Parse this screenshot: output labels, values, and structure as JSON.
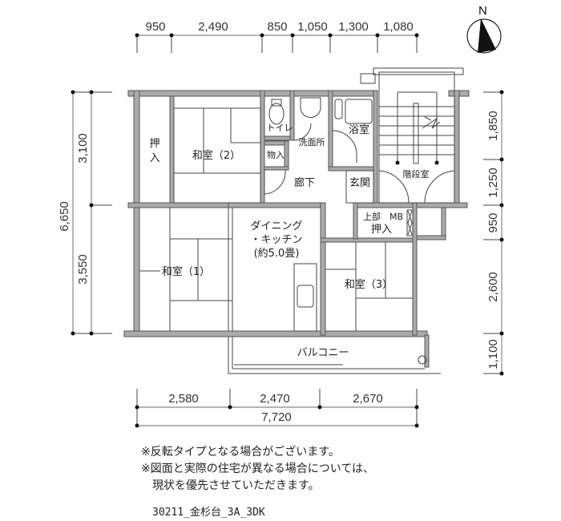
{
  "compass": {
    "label": "N"
  },
  "dimensions": {
    "top": [
      "950",
      "2,490",
      "850",
      "1,050",
      "1,300",
      "1,080"
    ],
    "left_total": "6,650",
    "left": [
      "3,100",
      "3,550"
    ],
    "right": [
      "1,850",
      "1,250",
      "950",
      "2,600",
      "1,100"
    ],
    "bottom": [
      "2,580",
      "2,470",
      "2,670"
    ],
    "bottom_total": "7,720"
  },
  "rooms": {
    "oshiire_left": "押入",
    "washitsu_2": "和室（2）",
    "toilet": "トイレ",
    "senmenjo": "洗面所",
    "monoire": "物入",
    "yokushitsu": "浴室",
    "rouka": "廊下",
    "genkan": "玄関",
    "kaidanshitsu": "階段室",
    "upper_mb": "上部　MB",
    "oshiire_mid": "押入",
    "dk_line1": "ダイニング",
    "dk_line2": "・キッチン",
    "dk_line3": "(約5.0畳)",
    "washitsu_1": "和室（1）",
    "washitsu_3": "和室（3）",
    "balcony": "バルコニー"
  },
  "notes": [
    "※反転タイプとなる場合がございます。",
    "※図面と実際の住宅が異なる場合については、",
    "　現状を優先させていただきます。"
  ],
  "plan_code": "30211_金杉台_3A_3DK"
}
